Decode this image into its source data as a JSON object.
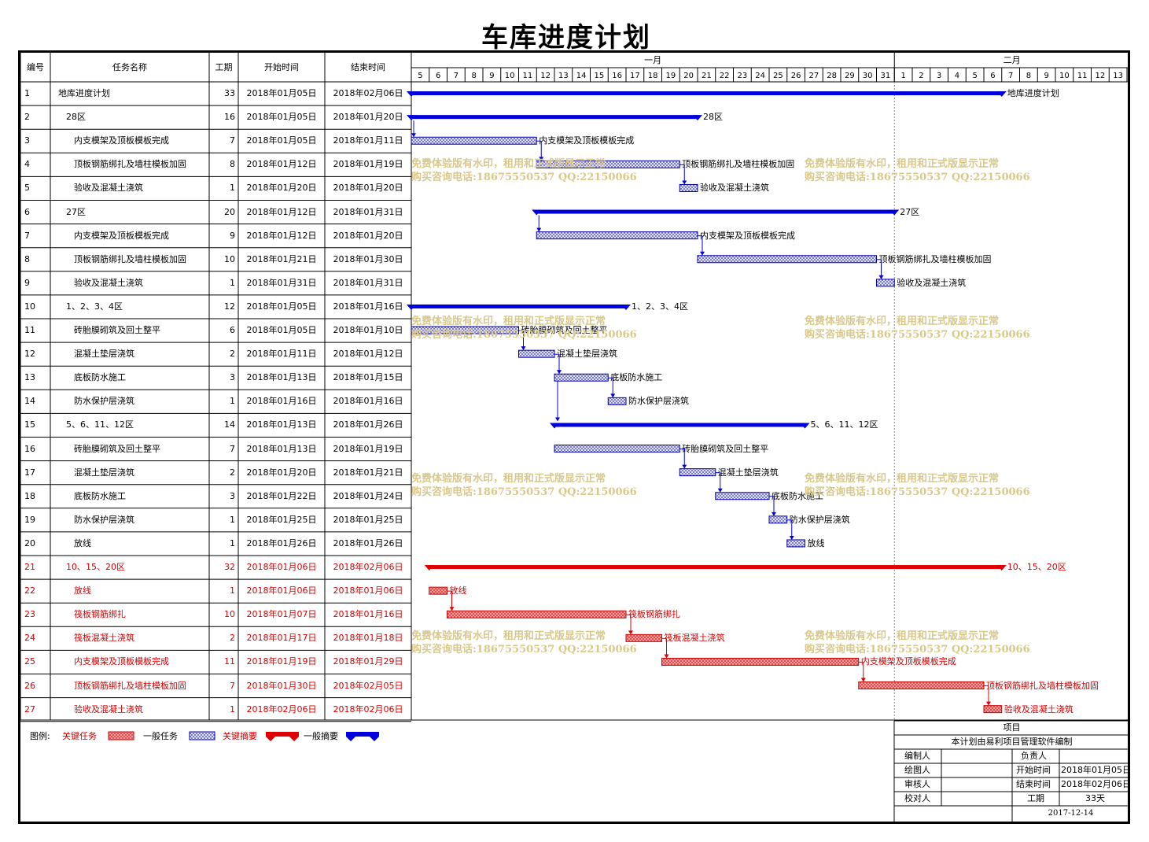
{
  "title": "车库进度计划",
  "headers": {
    "id": "编号",
    "name": "任务名称",
    "dur": "工期",
    "start": "开始时间",
    "end": "结束时间"
  },
  "months": [
    {
      "label": "一月"
    },
    {
      "label": "二月"
    }
  ],
  "day_labels": [
    "5",
    "6",
    "7",
    "8",
    "9",
    "10",
    "11",
    "12",
    "13",
    "14",
    "15",
    "16",
    "17",
    "18",
    "19",
    "20",
    "21",
    "22",
    "23",
    "24",
    "25",
    "26",
    "27",
    "28",
    "29",
    "30",
    "31",
    "1",
    "2",
    "3",
    "4",
    "5",
    "6",
    "7",
    "8",
    "9",
    "10",
    "11",
    "12",
    "13"
  ],
  "colors": {
    "critical": "#d40000",
    "normal": "#0000cc",
    "today_line": "#999999",
    "watermark": "#d8c88a"
  },
  "chart_data": {
    "type": "gantt",
    "title": "车库进度计划",
    "year": 2018,
    "x_range": [
      "2018-01-05",
      "2018-02-13"
    ],
    "tasks": [
      {
        "id": "1",
        "name": "地库进度计划",
        "dur": "33",
        "start": "2018年01月05日",
        "end": "2018年02月06日",
        "s": "2018-01-05",
        "e": "2018-02-06",
        "kind": "summary",
        "crit": false,
        "level": 0,
        "label": "地库进度计划"
      },
      {
        "id": "2",
        "name": "28区",
        "dur": "16",
        "start": "2018年01月05日",
        "end": "2018年01月20日",
        "s": "2018-01-05",
        "e": "2018-01-20",
        "kind": "summary",
        "crit": false,
        "level": 1,
        "label": "28区"
      },
      {
        "id": "3",
        "name": "内支模架及顶板模板完成",
        "dur": "7",
        "start": "2018年01月05日",
        "end": "2018年01月11日",
        "s": "2018-01-05",
        "e": "2018-01-11",
        "kind": "task",
        "crit": false,
        "level": 2,
        "label": "内支模架及顶板模板完成"
      },
      {
        "id": "4",
        "name": "顶板钢筋绑扎及墙柱模板加固",
        "dur": "8",
        "start": "2018年01月12日",
        "end": "2018年01月19日",
        "s": "2018-01-12",
        "e": "2018-01-19",
        "kind": "task",
        "crit": false,
        "level": 2,
        "label": "顶板钢筋绑扎及墙柱模板加固"
      },
      {
        "id": "5",
        "name": "验收及混凝土浇筑",
        "dur": "1",
        "start": "2018年01月20日",
        "end": "2018年01月20日",
        "s": "2018-01-20",
        "e": "2018-01-20",
        "kind": "task",
        "crit": false,
        "level": 2,
        "label": "验收及混凝土浇筑"
      },
      {
        "id": "6",
        "name": "27区",
        "dur": "20",
        "start": "2018年01月12日",
        "end": "2018年01月31日",
        "s": "2018-01-12",
        "e": "2018-01-31",
        "kind": "summary",
        "crit": false,
        "level": 1,
        "label": "27区"
      },
      {
        "id": "7",
        "name": "内支模架及顶板模板完成",
        "dur": "9",
        "start": "2018年01月12日",
        "end": "2018年01月20日",
        "s": "2018-01-12",
        "e": "2018-01-20",
        "kind": "task",
        "crit": false,
        "level": 2,
        "label": "内支模架及顶板模板完成"
      },
      {
        "id": "8",
        "name": "顶板钢筋绑扎及墙柱模板加固",
        "dur": "10",
        "start": "2018年01月21日",
        "end": "2018年01月30日",
        "s": "2018-01-21",
        "e": "2018-01-30",
        "kind": "task",
        "crit": false,
        "level": 2,
        "label": "顶板钢筋绑扎及墙柱模板加固"
      },
      {
        "id": "9",
        "name": "验收及混凝土浇筑",
        "dur": "1",
        "start": "2018年01月31日",
        "end": "2018年01月31日",
        "s": "2018-01-31",
        "e": "2018-01-31",
        "kind": "task",
        "crit": false,
        "level": 2,
        "label": "验收及混凝土浇筑"
      },
      {
        "id": "10",
        "name": "1、2、3、4区",
        "dur": "12",
        "start": "2018年01月05日",
        "end": "2018年01月16日",
        "s": "2018-01-05",
        "e": "2018-01-16",
        "kind": "summary",
        "crit": false,
        "level": 1,
        "label": "1、2、3、4区"
      },
      {
        "id": "11",
        "name": "砖胎膜砌筑及回土整平",
        "dur": "6",
        "start": "2018年01月05日",
        "end": "2018年01月10日",
        "s": "2018-01-05",
        "e": "2018-01-10",
        "kind": "task",
        "crit": false,
        "level": 2,
        "label": "砖胎膜砌筑及回土整平"
      },
      {
        "id": "12",
        "name": "混凝土垫层浇筑",
        "dur": "2",
        "start": "2018年01月11日",
        "end": "2018年01月12日",
        "s": "2018-01-11",
        "e": "2018-01-12",
        "kind": "task",
        "crit": false,
        "level": 2,
        "label": "混凝土垫层浇筑"
      },
      {
        "id": "13",
        "name": "底板防水施工",
        "dur": "3",
        "start": "2018年01月13日",
        "end": "2018年01月15日",
        "s": "2018-01-13",
        "e": "2018-01-15",
        "kind": "task",
        "crit": false,
        "level": 2,
        "label": "底板防水施工"
      },
      {
        "id": "14",
        "name": "防水保护层浇筑",
        "dur": "1",
        "start": "2018年01月16日",
        "end": "2018年01月16日",
        "s": "2018-01-16",
        "e": "2018-01-16",
        "kind": "task",
        "crit": false,
        "level": 2,
        "label": "防水保护层浇筑"
      },
      {
        "id": "15",
        "name": "5、6、11、12区",
        "dur": "14",
        "start": "2018年01月13日",
        "end": "2018年01月26日",
        "s": "2018-01-13",
        "e": "2018-01-26",
        "kind": "summary",
        "crit": false,
        "level": 1,
        "label": "5、6、11、12区"
      },
      {
        "id": "16",
        "name": "砖胎膜砌筑及回土整平",
        "dur": "7",
        "start": "2018年01月13日",
        "end": "2018年01月19日",
        "s": "2018-01-13",
        "e": "2018-01-19",
        "kind": "task",
        "crit": false,
        "level": 2,
        "label": "砖胎膜砌筑及回土整平"
      },
      {
        "id": "17",
        "name": "混凝土垫层浇筑",
        "dur": "2",
        "start": "2018年01月20日",
        "end": "2018年01月21日",
        "s": "2018-01-20",
        "e": "2018-01-21",
        "kind": "task",
        "crit": false,
        "level": 2,
        "label": "混凝土垫层浇筑"
      },
      {
        "id": "18",
        "name": "底板防水施工",
        "dur": "3",
        "start": "2018年01月22日",
        "end": "2018年01月24日",
        "s": "2018-01-22",
        "e": "2018-01-24",
        "kind": "task",
        "crit": false,
        "level": 2,
        "label": "底板防水施工"
      },
      {
        "id": "19",
        "name": "防水保护层浇筑",
        "dur": "1",
        "start": "2018年01月25日",
        "end": "2018年01月25日",
        "s": "2018-01-25",
        "e": "2018-01-25",
        "kind": "task",
        "crit": false,
        "level": 2,
        "label": "防水保护层浇筑"
      },
      {
        "id": "20",
        "name": "放线",
        "dur": "1",
        "start": "2018年01月26日",
        "end": "2018年01月26日",
        "s": "2018-01-26",
        "e": "2018-01-26",
        "kind": "task",
        "crit": false,
        "level": 2,
        "label": "放线"
      },
      {
        "id": "21",
        "name": "10、15、20区",
        "dur": "32",
        "start": "2018年01月06日",
        "end": "2018年02月06日",
        "s": "2018-01-06",
        "e": "2018-02-06",
        "kind": "summary",
        "crit": true,
        "level": 1,
        "label": "10、15、20区"
      },
      {
        "id": "22",
        "name": "放线",
        "dur": "1",
        "start": "2018年01月06日",
        "end": "2018年01月06日",
        "s": "2018-01-06",
        "e": "2018-01-06",
        "kind": "task",
        "crit": true,
        "level": 2,
        "label": "放线"
      },
      {
        "id": "23",
        "name": "筏板钢筋绑扎",
        "dur": "10",
        "start": "2018年01月07日",
        "end": "2018年01月16日",
        "s": "2018-01-07",
        "e": "2018-01-16",
        "kind": "task",
        "crit": true,
        "level": 2,
        "label": "筏板钢筋绑扎"
      },
      {
        "id": "24",
        "name": "筏板混凝土浇筑",
        "dur": "2",
        "start": "2018年01月17日",
        "end": "2018年01月18日",
        "s": "2018-01-17",
        "e": "2018-01-18",
        "kind": "task",
        "crit": true,
        "level": 2,
        "label": "筏板混凝土浇筑"
      },
      {
        "id": "25",
        "name": "内支模架及顶板模板完成",
        "dur": "11",
        "start": "2018年01月19日",
        "end": "2018年01月29日",
        "s": "2018-01-19",
        "e": "2018-01-29",
        "kind": "task",
        "crit": true,
        "level": 2,
        "label": "内支模架及顶板模板完成"
      },
      {
        "id": "26",
        "name": "顶板钢筋绑扎及墙柱模板加固",
        "dur": "7",
        "start": "2018年01月30日",
        "end": "2018年02月05日",
        "s": "2018-01-30",
        "e": "2018-02-05",
        "kind": "task",
        "crit": true,
        "level": 2,
        "label": "顶板钢筋绑扎及墙柱模板加固"
      },
      {
        "id": "27",
        "name": "验收及混凝土浇筑",
        "dur": "1",
        "start": "2018年02月06日",
        "end": "2018年02月06日",
        "s": "2018-02-06",
        "e": "2018-02-06",
        "kind": "task",
        "crit": true,
        "level": 2,
        "label": "验收及混凝土浇筑"
      }
    ],
    "links": [
      [
        "2",
        "3"
      ],
      [
        "3",
        "4"
      ],
      [
        "4",
        "5"
      ],
      [
        "6",
        "7"
      ],
      [
        "7",
        "8"
      ],
      [
        "8",
        "9"
      ],
      [
        "11",
        "12"
      ],
      [
        "12",
        "13"
      ],
      [
        "13",
        "14"
      ],
      [
        "13",
        "15"
      ],
      [
        "16",
        "17"
      ],
      [
        "17",
        "18"
      ],
      [
        "18",
        "19"
      ],
      [
        "19",
        "20"
      ],
      [
        "22",
        "23"
      ],
      [
        "23",
        "24"
      ],
      [
        "24",
        "25"
      ],
      [
        "25",
        "26"
      ],
      [
        "26",
        "27"
      ]
    ]
  },
  "legend": {
    "prefix": "图例:",
    "crit_task": "关键任务",
    "normal_task": "一般任务",
    "crit_summary": "关键摘要",
    "normal_summary": "一般摘要"
  },
  "infobox": {
    "project": "项目",
    "note": "本计划由易利项目管理软件编制",
    "editor": "编制人",
    "owner": "负责人",
    "drawer": "绘图人",
    "start_label": "开始时间",
    "start_val": "2018年01月05日",
    "reviewer": "审核人",
    "end_label": "结束时间",
    "end_val": "2018年02月06日",
    "checker": "校对人",
    "dur_label": "工期",
    "dur_val": "33天",
    "date": "2017-12-14"
  },
  "watermark": {
    "line1": "免费体验版有水印，租用和正式版显示正常",
    "line2": "购买咨询电话:18675550537 QQ:22150066"
  }
}
